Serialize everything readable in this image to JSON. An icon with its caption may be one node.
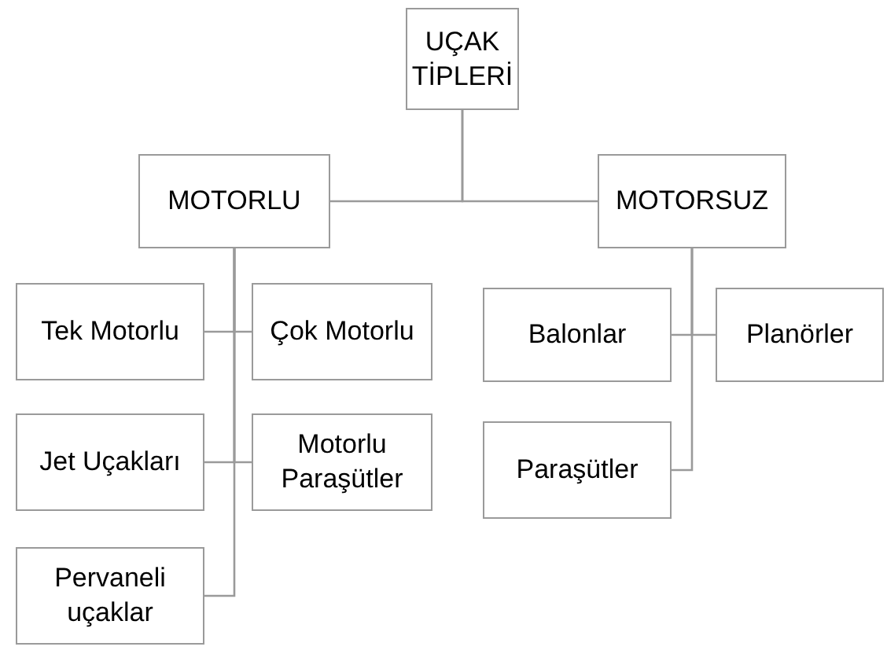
{
  "diagram": {
    "nodes": [
      {
        "text": [
          "UÇAK TİPLERİ"
        ]
      },
      {
        "text": [
          "MOTORLU"
        ]
      },
      {
        "text": [
          "MOTORSUZ"
        ]
      },
      {
        "text": [
          "Tek Motorlu"
        ]
      },
      {
        "text": [
          "Çok Motorlu"
        ]
      },
      {
        "text": [
          "Balonlar"
        ]
      },
      {
        "text": [
          "Planörler"
        ]
      },
      {
        "text": [
          "Jet Uçakları"
        ]
      },
      {
        "text": [
          "Motorlu Paraşütler"
        ]
      },
      {
        "text": [
          "Paraşütler"
        ]
      },
      {
        "text": [
          "Pervaneli uçaklar"
        ]
      }
    ],
    "edges": [
      {
        "from": 0,
        "to": 1,
        "arrow": "none"
      },
      {
        "from": 0,
        "to": 2,
        "arrow": "none"
      },
      {
        "from": 1,
        "to": 3,
        "arrow": "none"
      },
      {
        "from": 1,
        "to": 4,
        "arrow": "none"
      },
      {
        "from": 1,
        "to": 7,
        "arrow": "none"
      },
      {
        "from": 1,
        "to": 8,
        "arrow": "none"
      },
      {
        "from": 1,
        "to": 10,
        "arrow": "none"
      },
      {
        "from": 2,
        "to": 5,
        "arrow": "none"
      },
      {
        "from": 2,
        "to": 6,
        "arrow": "none"
      },
      {
        "from": 2,
        "to": 9,
        "arrow": "none"
      }
    ]
  }
}
